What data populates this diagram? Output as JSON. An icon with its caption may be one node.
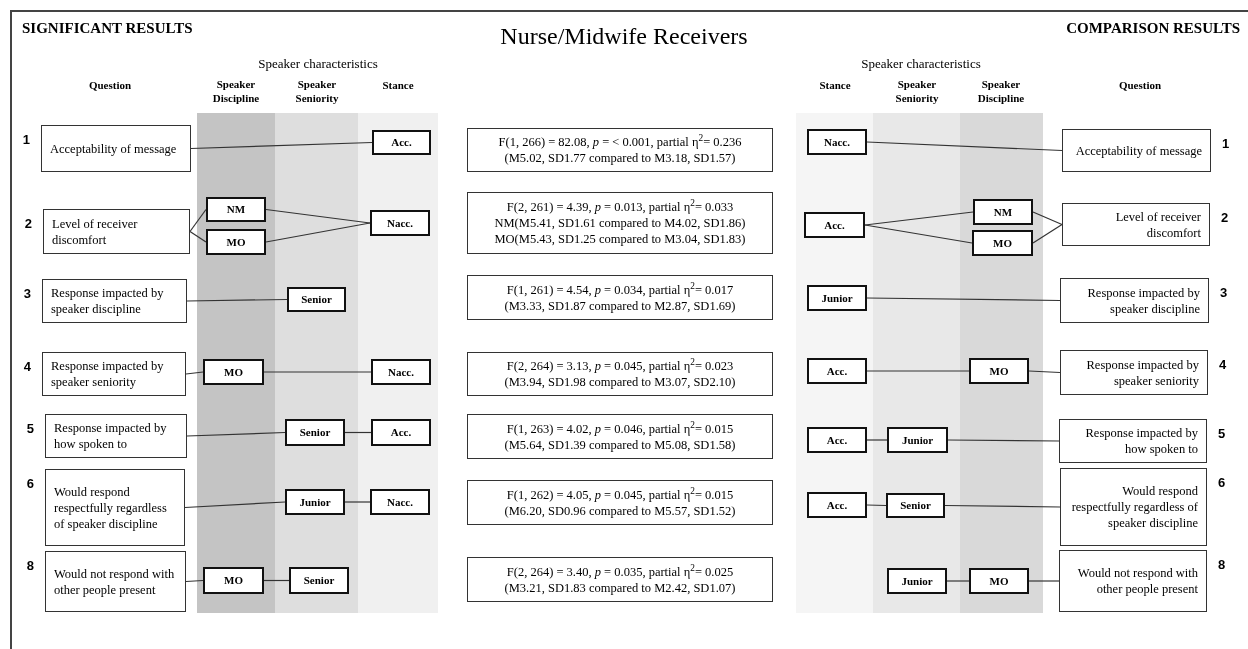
{
  "diagram": {
    "title": "Nurse/Midwife Receivers",
    "nodes": [
      {
        "text": [
          "Acceptability of message"
        ],
        "beside": [
          "1"
        ]
      },
      {
        "text": [
          "Acc."
        ]
      },
      {
        "text": [
          "F(1, 266) = 82.08, *p* = < 0.001, partial η$^{2}$= 0.236",
          "(M5.02, SD1.77 compared to M3.18, SD1.57)"
        ]
      },
      {
        "text": [
          "Nacc."
        ]
      },
      {
        "text": [
          "Acceptability of message"
        ],
        "beside": [
          "1"
        ]
      },
      {
        "text": [
          "Level of receiver discomfort"
        ],
        "beside": [
          "2"
        ]
      },
      {
        "text": [
          "NM"
        ]
      },
      {
        "text": [
          "MO"
        ]
      },
      {
        "text": [
          "Nacc."
        ]
      },
      {
        "text": [
          "F(2, 261) = 4.39, *p* = 0.013, partial η$^{2}$= 0.033",
          "NM(M5.41, SD1.61 compared to M4.02, SD1.86)",
          "MO(M5.43, SD1.25 compared to M3.04, SD1.83)"
        ]
      },
      {
        "text": [
          "Acc."
        ]
      },
      {
        "text": [
          "NM"
        ]
      },
      {
        "text": [
          "MO"
        ]
      },
      {
        "text": [
          "Level of receiver discomfort"
        ],
        "beside": [
          "2"
        ]
      },
      {
        "text": [
          "Response impacted by speaker discipline"
        ],
        "beside": [
          "3"
        ]
      },
      {
        "text": [
          "Senior"
        ]
      },
      {
        "text": [
          "F(1, 261) = 4.54, *p* = 0.034, partial η$^{2}$= 0.017",
          "(M3.33, SD1.87 compared to M2.87, SD1.69)"
        ]
      },
      {
        "text": [
          "Junior"
        ]
      },
      {
        "text": [
          "Response impacted by speaker discipline"
        ],
        "beside": [
          "3"
        ]
      },
      {
        "text": [
          "Response impacted by speaker seniority"
        ],
        "beside": [
          "4"
        ]
      },
      {
        "text": [
          "MO"
        ]
      },
      {
        "text": [
          "Nacc."
        ]
      },
      {
        "text": [
          "F(2, 264) = 3.13, *p* = 0.045, partial η$^{2}$= 0.023",
          "(M3.94, SD1.98 compared to M3.07, SD2.10)"
        ]
      },
      {
        "text": [
          "Acc."
        ]
      },
      {
        "text": [
          "MO"
        ]
      },
      {
        "text": [
          "Response impacted by speaker seniority"
        ],
        "beside": [
          "4"
        ]
      },
      {
        "text": [
          "Response impacted by how spoken to"
        ],
        "beside": [
          "5"
        ]
      },
      {
        "text": [
          "Senior"
        ]
      },
      {
        "text": [
          "Acc."
        ]
      },
      {
        "text": [
          "F(1, 263) = 4.02, *p* = 0.046, partial η$^{2}$= 0.015",
          "(M5.64, SD1.39 compared to M5.08, SD1.58)"
        ]
      },
      {
        "text": [
          "Acc."
        ]
      },
      {
        "text": [
          "Junior"
        ]
      },
      {
        "text": [
          "Response impacted by how spoken to"
        ],
        "beside": [
          "5"
        ]
      },
      {
        "text": [
          "Would respond respectfully regardless of speaker discipline"
        ],
        "beside": [
          "6"
        ]
      },
      {
        "text": [
          "Junior"
        ]
      },
      {
        "text": [
          "Nacc."
        ]
      },
      {
        "text": [
          "F(1, 262) = 4.05, *p* = 0.045, partial η$^{2}$= 0.015",
          "(M6.20, SD0.96 compared to M5.57, SD1.52)"
        ]
      },
      {
        "text": [
          "Acc."
        ]
      },
      {
        "text": [
          "Senior"
        ]
      },
      {
        "text": [
          "Would respond respectfully regardless of speaker discipline"
        ],
        "beside": [
          "6"
        ]
      },
      {
        "text": [
          "Would not respond with other people present"
        ],
        "beside": [
          "8"
        ]
      },
      {
        "text": [
          "MO"
        ]
      },
      {
        "text": [
          "Senior"
        ]
      },
      {
        "text": [
          "F(2, 264) = 3.40, *p* = 0.035, partial η$^{2}$= 0.025",
          "(M3.21, SD1.83 compared to M2.42, SD1.07)"
        ]
      },
      {
        "text": [
          "Junior"
        ]
      },
      {
        "text": [
          "MO"
        ]
      },
      {
        "text": [
          "Would not respond with other people present"
        ],
        "beside": [
          "8"
        ]
      }
    ],
    "edges": [
      {
        "from": 0,
        "to": 1,
        "arrow": "none"
      },
      {
        "from": 3,
        "to": 4,
        "arrow": "none"
      },
      {
        "from": 5,
        "to": 6,
        "arrow": "none"
      },
      {
        "from": 5,
        "to": 7,
        "arrow": "none"
      },
      {
        "from": 6,
        "to": 8,
        "arrow": "none"
      },
      {
        "from": 7,
        "to": 8,
        "arrow": "none"
      },
      {
        "from": 10,
        "to": 11,
        "arrow": "none"
      },
      {
        "from": 10,
        "to": 12,
        "arrow": "none"
      },
      {
        "from": 11,
        "to": 13,
        "arrow": "none"
      },
      {
        "from": 12,
        "to": 13,
        "arrow": "none"
      },
      {
        "from": 14,
        "to": 15,
        "arrow": "none"
      },
      {
        "from": 17,
        "to": 18,
        "arrow": "none"
      },
      {
        "from": 19,
        "to": 20,
        "arrow": "none"
      },
      {
        "from": 20,
        "to": 21,
        "arrow": "none"
      },
      {
        "from": 23,
        "to": 24,
        "arrow": "none"
      },
      {
        "from": 24,
        "to": 25,
        "arrow": "none"
      },
      {
        "from": 26,
        "to": 27,
        "arrow": "none"
      },
      {
        "from": 27,
        "to": 28,
        "arrow": "none"
      },
      {
        "from": 30,
        "to": 31,
        "arrow": "none"
      },
      {
        "from": 31,
        "to": 32,
        "arrow": "none"
      },
      {
        "from": 33,
        "to": 34,
        "arrow": "none"
      },
      {
        "from": 34,
        "to": 35,
        "arrow": "none"
      },
      {
        "from": 37,
        "to": 38,
        "arrow": "none"
      },
      {
        "from": 38,
        "to": 39,
        "arrow": "none"
      },
      {
        "from": 40,
        "to": 41,
        "arrow": "none"
      },
      {
        "from": 41,
        "to": 42,
        "arrow": "none"
      },
      {
        "from": 44,
        "to": 45,
        "arrow": "none"
      },
      {
        "from": 45,
        "to": 46,
        "arrow": "none"
      }
    ],
    "labels": [
      "SIGNIFICANT RESULTS",
      "COMPARISON RESULTS",
      "Speaker characteristics",
      "Question",
      "Speaker Discipline",
      "Speaker Seniority",
      "Stance",
      "Speaker characteristics",
      "Stance",
      "Speaker Seniority",
      "Speaker Discipline",
      "Question"
    ]
  }
}
